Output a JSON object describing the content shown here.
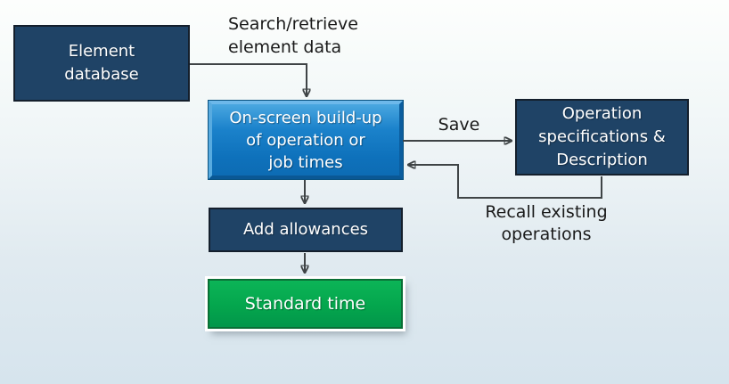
{
  "diagram": {
    "type": "flowchart",
    "nodes": {
      "element_database": {
        "label": "Element\ndatabase",
        "fill": "#1f4366",
        "text_color": "#ffffff"
      },
      "onscreen_buildup": {
        "label": "On-screen build-up\nof operation or\njob times",
        "fill": "#0e72bc",
        "text_color": "#ffffff"
      },
      "operation_specs": {
        "label": "Operation\nspecifications &\nDescription",
        "fill": "#1f4366",
        "text_color": "#ffffff"
      },
      "add_allowances": {
        "label": "Add allowances",
        "fill": "#1f4366",
        "text_color": "#ffffff"
      },
      "standard_time": {
        "label": "Standard time",
        "fill": "#04a64d",
        "text_color": "#ffffff"
      }
    },
    "connectors": [
      {
        "id": "search-retrieve",
        "from": "element_database",
        "to": "onscreen_buildup",
        "label": "Search/retrieve\nelement data"
      },
      {
        "id": "save",
        "from": "onscreen_buildup",
        "to": "operation_specs",
        "label": "Save"
      },
      {
        "id": "recall",
        "from": "operation_specs",
        "to": "onscreen_buildup",
        "label": "Recall existing\noperations"
      },
      {
        "id": "to-allowances",
        "from": "onscreen_buildup",
        "to": "add_allowances",
        "label": ""
      },
      {
        "id": "to-standard",
        "from": "add_allowances",
        "to": "standard_time",
        "label": ""
      }
    ],
    "colors": {
      "navy_fill": "#1f4366",
      "navy_border": "#141f2c",
      "blue_fill": "#0e72bc",
      "blue_bevel_light": "#6db8ea",
      "blue_bevel_dark": "#0b5d9e",
      "green_fill": "#04a64d",
      "green_border": "#0a6f36",
      "green_outer_frame": "#ffffff",
      "arrow": "#3f4446",
      "label_text": "#1a1a1a",
      "background_top": "#fdfefd",
      "background_bottom": "#d6e4ed"
    }
  }
}
